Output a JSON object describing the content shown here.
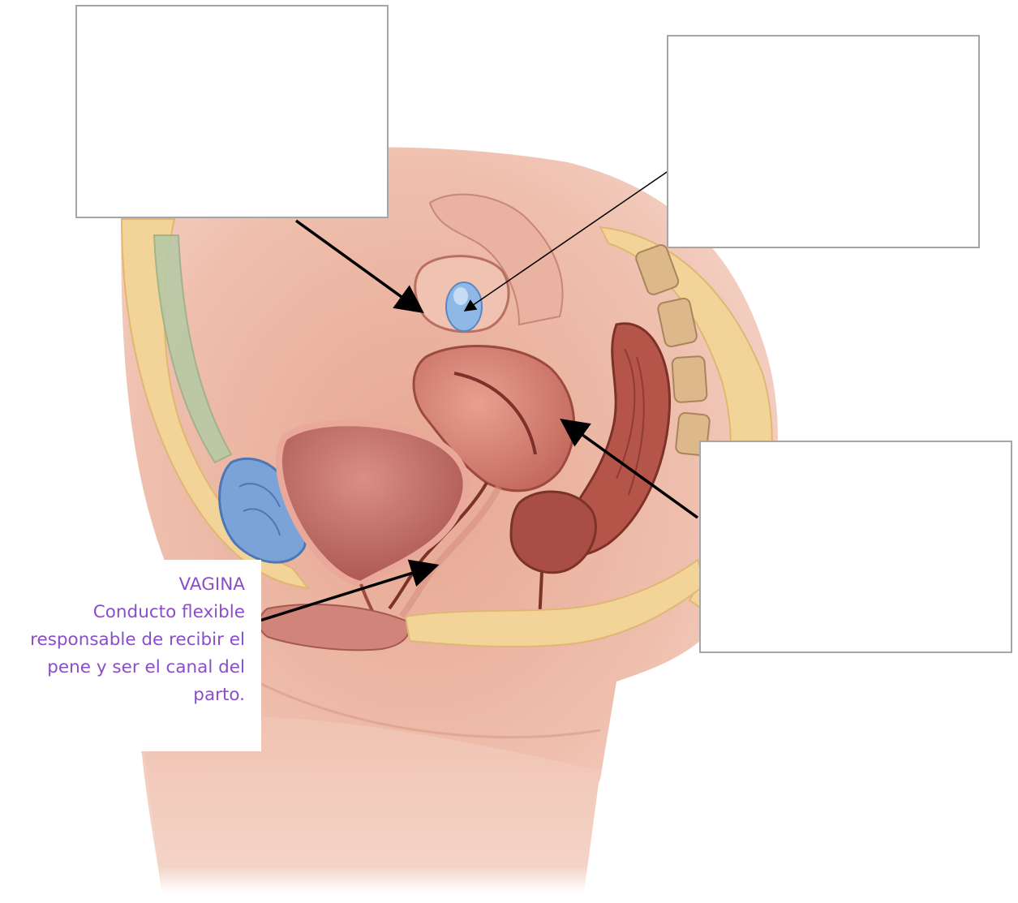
{
  "diagram": {
    "colors": {
      "skin": "#efc3b1",
      "fat": "#f3d79c",
      "muscle": "#c9716b",
      "bladder_highlight": "#8fb8e6",
      "label_text": "#8a4fc6",
      "box_border": "#a6a6a6",
      "arrow": "#000000"
    },
    "labels": {
      "top_left_box": "",
      "top_right_box": "",
      "right_box": "",
      "vagina": {
        "title": "VAGINA",
        "line1": "Conducto flexible",
        "line2": "responsable de recibir el",
        "line3": "pene y ser el canal del",
        "line4": "parto."
      }
    }
  }
}
